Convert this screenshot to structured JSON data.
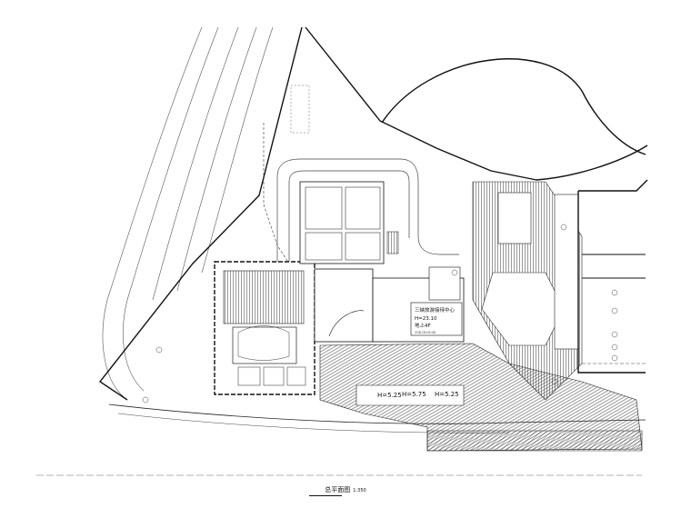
{
  "drawing": {
    "title": "总平面图",
    "scale": "1:350",
    "colors": {
      "line": "#111111",
      "background": "#ffffff"
    }
  },
  "building": {
    "name": "三峡旅游接待中心",
    "height_label": "H=23.10",
    "floors_label": "地上4F",
    "area_label": "1Ξ6.Ξ0+0.00"
  },
  "elevation_marks": [
    "H=5.25",
    "H=5.75",
    "H=5.25"
  ]
}
